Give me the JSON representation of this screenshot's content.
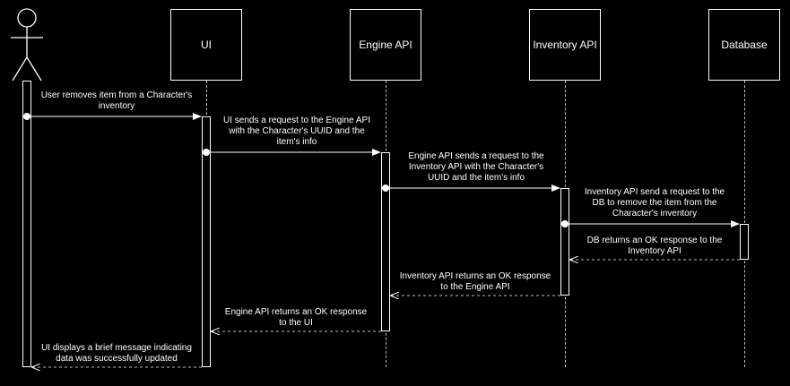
{
  "participants": {
    "ui": "UI",
    "engine": "Engine API",
    "inventory": "Inventory API",
    "database": "Database"
  },
  "messages": {
    "m1": [
      "User removes item from a Character's",
      "inventory"
    ],
    "m2": [
      "UI sends a request to the Engine API",
      "with the Character's UUID and the",
      "item's info"
    ],
    "m3": [
      "Engine API sends a request to the",
      "Inventory API with the Character's",
      "UUID and the item's info"
    ],
    "m4": [
      "Inventory API send a request to the",
      "DB to remove the item from the",
      "Character's inventory"
    ],
    "m5": [
      "DB returns an OK response to the",
      "Inventory API"
    ],
    "m6": [
      "Inventory API returns an OK response",
      "to the Engine API"
    ],
    "m7": [
      "Engine API returns an OK response",
      "to the UI"
    ],
    "m8": [
      "UI displays a brief message indicating",
      "data was successfully updated"
    ]
  },
  "icons": {
    "actor": "stick-figure-actor-icon"
  }
}
